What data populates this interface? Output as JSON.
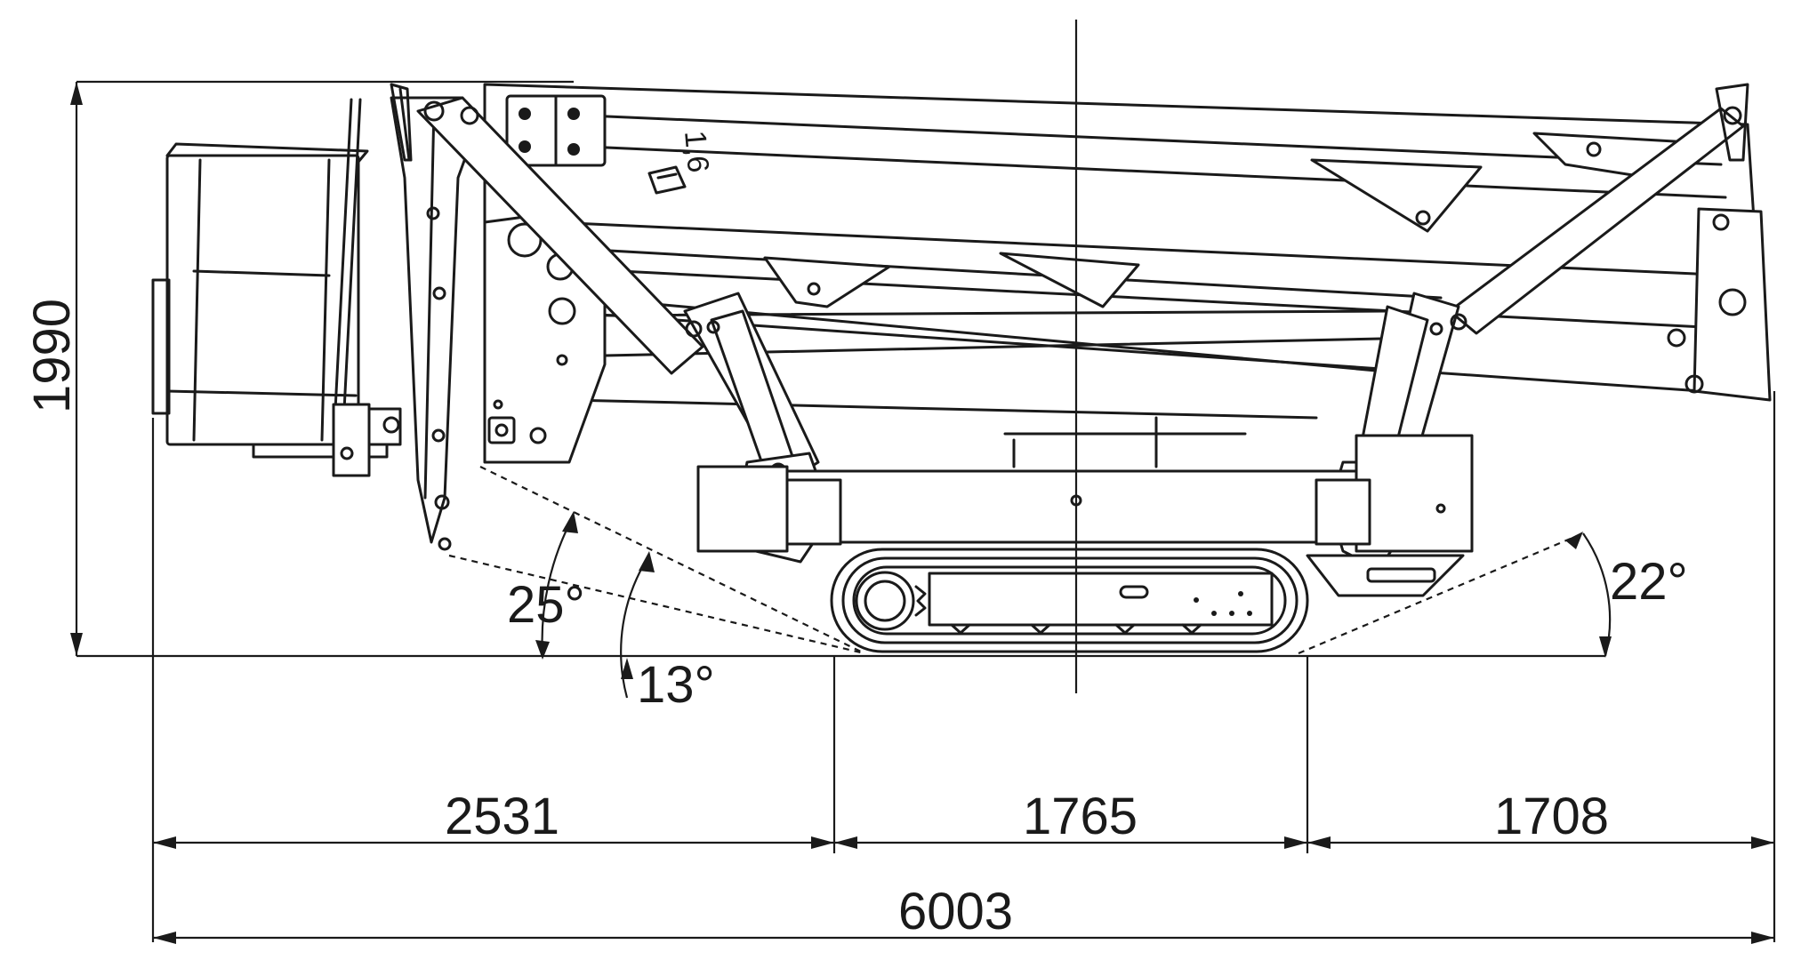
{
  "dimensions": {
    "height": "1990",
    "front_overhang": "2531",
    "track_length": "1765",
    "rear_overhang": "1708",
    "overall_length": "6003"
  },
  "angles": {
    "front_upper": "25°",
    "front_lower": "13°",
    "rear": "22°"
  },
  "boom_marking": "1,6"
}
